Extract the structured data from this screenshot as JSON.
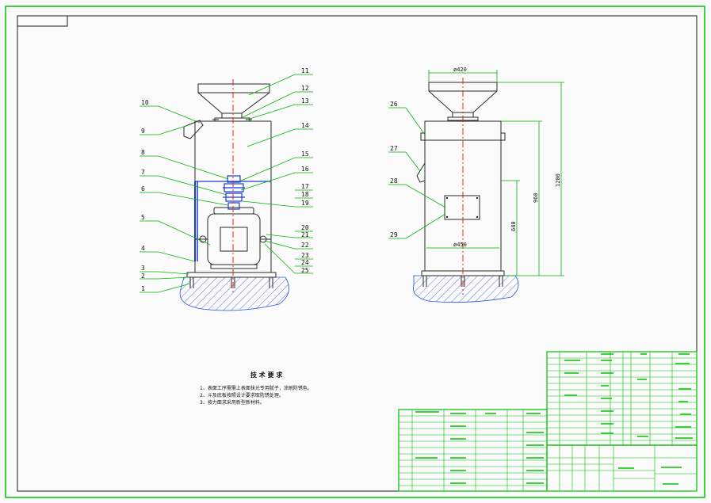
{
  "colors": {
    "frame": "#00c400",
    "leader": "#00b400",
    "outline": "#2a2a2a",
    "centerline": "#e02020",
    "blue": "#1f3ad0",
    "hatch": "#2850e0",
    "table": "#00c000"
  },
  "front_labels": {
    "left": [
      "10",
      "9",
      "8",
      "7",
      "6",
      "5",
      "4",
      "3",
      "2",
      "1"
    ],
    "right": [
      "11",
      "12",
      "13",
      "14",
      "15",
      "16",
      "17",
      "18",
      "19",
      "20",
      "21",
      "22",
      "23",
      "24",
      "25"
    ]
  },
  "side_labels": [
    "26",
    "27",
    "28",
    "29"
  ],
  "dimensions": {
    "top_diameter": "ø420",
    "base_width": "ø450",
    "height_total": "1200",
    "height_mid": "960",
    "height_low": "640"
  },
  "technical_requirements": {
    "title": "技 术 要 求",
    "items": [
      "1、表面工序需需上表面抹光专用腻子，涂刷防锈色。",
      "2、斗及底板按照设计要求取防锈处理。",
      "3、按力面求采用新型新材料。"
    ]
  }
}
